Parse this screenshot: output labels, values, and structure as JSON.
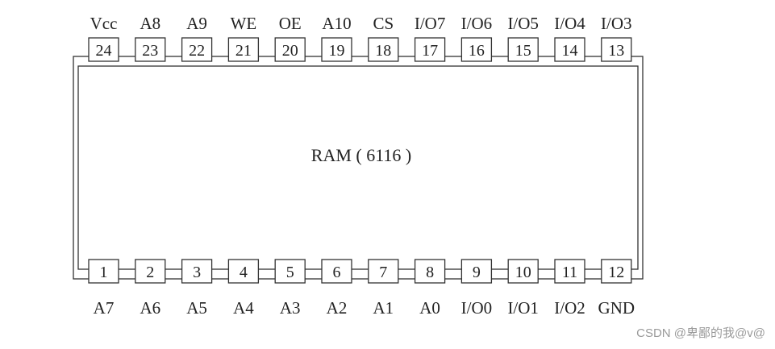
{
  "chip": {
    "label": "RAM ( 6116 )"
  },
  "top_pins": [
    {
      "num": "24",
      "name": "Vcc"
    },
    {
      "num": "23",
      "name": "A8"
    },
    {
      "num": "22",
      "name": "A9"
    },
    {
      "num": "21",
      "name": "WE"
    },
    {
      "num": "20",
      "name": "OE"
    },
    {
      "num": "19",
      "name": "A10"
    },
    {
      "num": "18",
      "name": "CS"
    },
    {
      "num": "17",
      "name": "I/O7"
    },
    {
      "num": "16",
      "name": "I/O6"
    },
    {
      "num": "15",
      "name": "I/O5"
    },
    {
      "num": "14",
      "name": "I/O4"
    },
    {
      "num": "13",
      "name": "I/O3"
    }
  ],
  "bottom_pins": [
    {
      "num": "1",
      "name": "A7"
    },
    {
      "num": "2",
      "name": "A6"
    },
    {
      "num": "3",
      "name": "A5"
    },
    {
      "num": "4",
      "name": "A4"
    },
    {
      "num": "5",
      "name": "A3"
    },
    {
      "num": "6",
      "name": "A2"
    },
    {
      "num": "7",
      "name": "A1"
    },
    {
      "num": "8",
      "name": "A0"
    },
    {
      "num": "9",
      "name": "I/O0"
    },
    {
      "num": "10",
      "name": "I/O1"
    },
    {
      "num": "11",
      "name": "I/O2"
    },
    {
      "num": "12",
      "name": "GND"
    }
  ],
  "watermark": "CSDN @卑鄙的我@v@"
}
